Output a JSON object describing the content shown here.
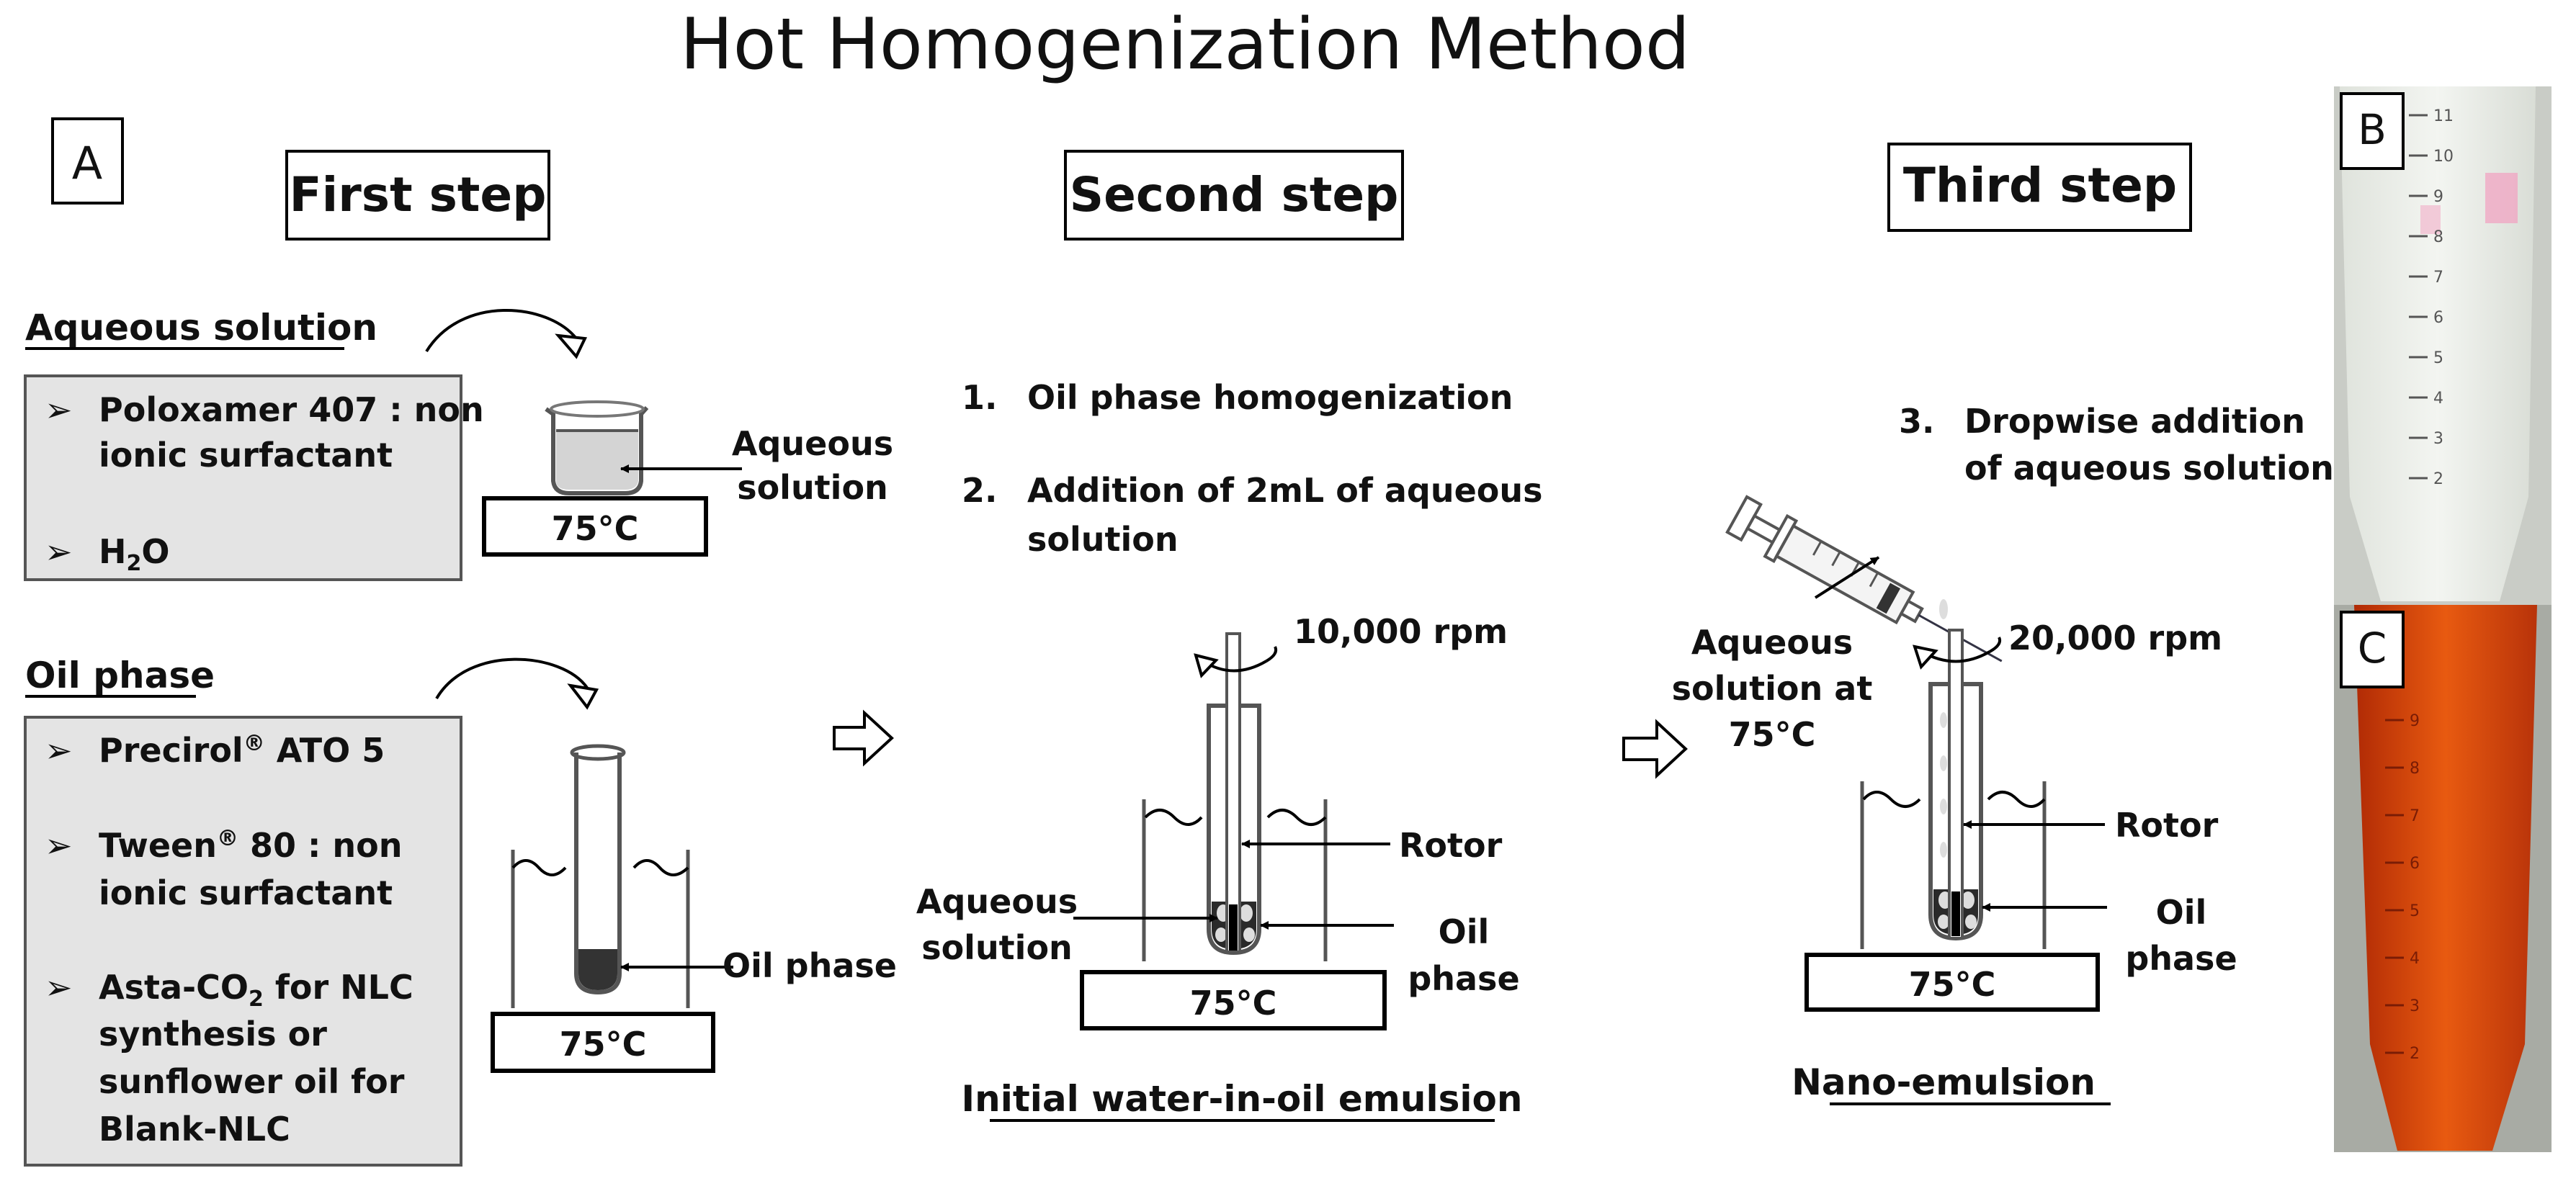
{
  "title": "Hot Homogenization Method",
  "panel_labels": {
    "a": "A",
    "b": "B",
    "c": "C"
  },
  "steps": {
    "first": "First step",
    "second": "Second step",
    "third": "Third  step"
  },
  "first_step": {
    "aqueous_heading": "Aqueous solution",
    "aqueous_items": [
      {
        "bullet": "➢",
        "line1": "Poloxamer 407 : non",
        "line2": "ionic surfactant"
      },
      {
        "bullet": "➢",
        "text_prefix": "H",
        "text_sub": "2",
        "text_suffix": "O"
      }
    ],
    "aqueous_beaker_label_1": "Aqueous",
    "aqueous_beaker_label_2": "solution",
    "temp": "75°C",
    "oil_heading": "Oil phase",
    "oil_items": [
      {
        "bullet": "➢",
        "prefix": "Precirol",
        "sup": "®",
        "suffix": " ATO 5"
      },
      {
        "bullet": "➢",
        "prefix": "Tween",
        "sup": "®",
        "suffix": " 80  : non",
        "line2": "ionic surfactant"
      },
      {
        "bullet": "➢",
        "prefix": "Asta-CO",
        "sub": "2",
        "suffix": " for NLC",
        "line2": "synthesis or",
        "line3": "sunflower oil for",
        "line4": "Blank-NLC"
      }
    ],
    "oil_tube_label": "Oil phase"
  },
  "second_step": {
    "instructions": [
      {
        "num": "1.",
        "line1": "Oil phase homogenization"
      },
      {
        "num": "2.",
        "line1": "Addition of 2mL of aqueous",
        "line2": "solution"
      }
    ],
    "rpm": "10,000 rpm",
    "rotor_label": "Rotor",
    "aqueous_label_1": "Aqueous",
    "aqueous_label_2": "solution",
    "oil_label_1": "Oil",
    "oil_label_2": "phase",
    "temp": "75°C",
    "caption": "Initial water-in-oil emulsion"
  },
  "third_step": {
    "instruction": {
      "num": "3.",
      "line1": "Dropwise addition",
      "line2": "of aqueous solution"
    },
    "syringe_label_1": "Aqueous",
    "syringe_label_2": "solution at",
    "syringe_label_3": "75°C",
    "rpm": "20,000 rpm",
    "rotor_label": "Rotor",
    "oil_label_1": "Oil",
    "oil_label_2": "phase",
    "temp": "75°C",
    "caption": "Nano-emulsion"
  },
  "photos": {
    "b_scale": [
      "11",
      "10",
      "9",
      "8",
      "7",
      "6",
      "5",
      "4",
      "3",
      "2"
    ],
    "c_scale": [
      "9",
      "8",
      "7",
      "6",
      "5",
      "4",
      "3",
      "2"
    ],
    "b_color": "#e9ece7",
    "c_color": "#e0400a"
  }
}
